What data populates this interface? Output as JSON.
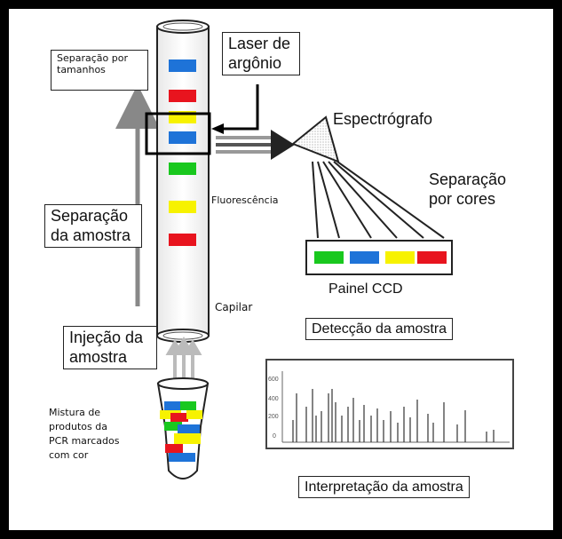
{
  "labels": {
    "size_separation": "Separação por\ntamanhos",
    "laser": "Laser de\nargônio",
    "spectrograph": "Espectrógrafo",
    "color_separation": "Separação\npor cores",
    "fluorescence": "Fluorescência",
    "sample_separation": "Separação\nda amostra",
    "ccd_panel": "Painel CCD",
    "capillary": "Capilar",
    "sample_detection": "Detecção da amostra",
    "sample_injection": "Injeção da\namostra",
    "pcr_mixture": "Mistura de\nprodutos da\nPCR marcados\ncom cor",
    "sample_interpretation": "Interpretação da amostra"
  },
  "colors": {
    "blue": "#1e73d8",
    "red": "#e8141e",
    "yellow": "#f7f200",
    "green": "#19c81e",
    "frame": "#000000"
  },
  "capillary_bands": [
    "blue",
    "red",
    "yellow",
    "blue",
    "green",
    "yellow",
    "red"
  ],
  "ccd_cells": [
    "green",
    "blue",
    "yellow",
    "red"
  ],
  "electropherogram": {
    "y_ticks": [
      "600",
      "400",
      "200",
      "0"
    ]
  }
}
